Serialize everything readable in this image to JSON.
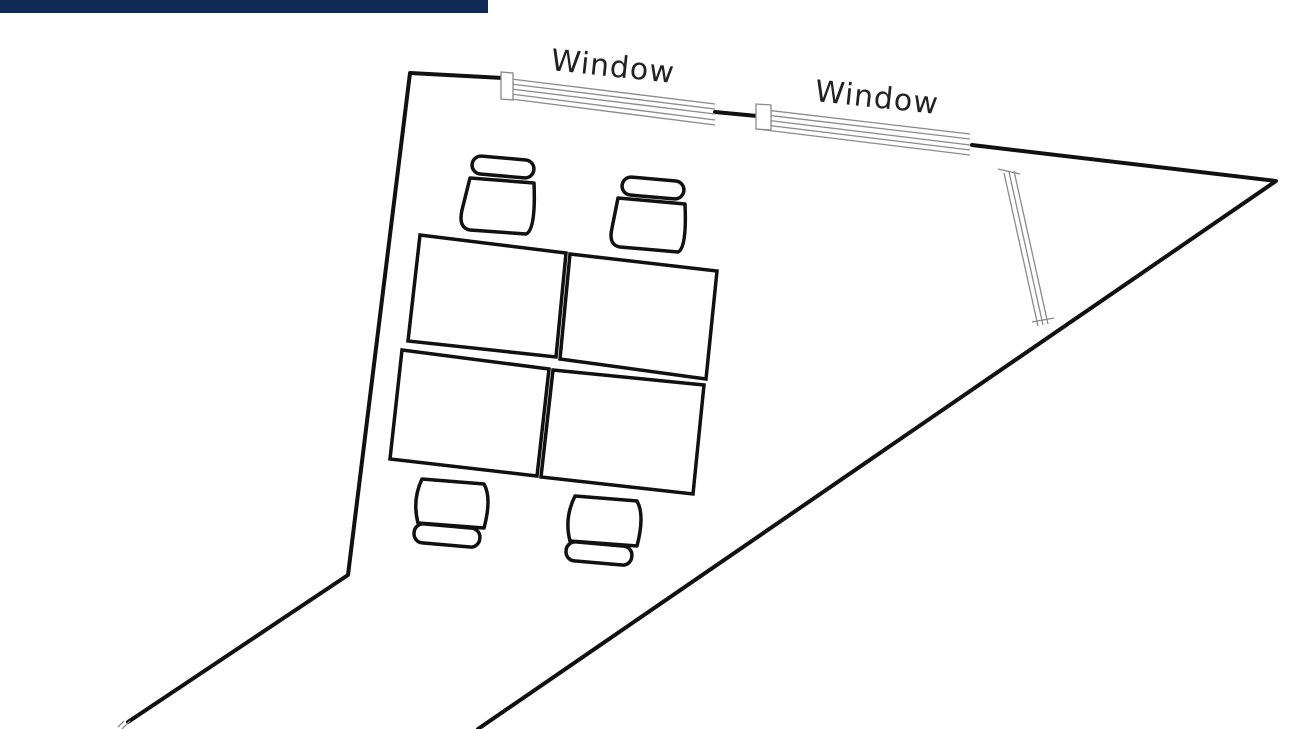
{
  "colors": {
    "header": "#0f2a54",
    "wall": "#111111",
    "fixture": "#8a8a8a",
    "label": "#222222"
  },
  "floor_plan": {
    "windows": [
      {
        "label": "Window"
      },
      {
        "label": "Window"
      }
    ],
    "desk_count": 4,
    "chair_count": 4
  }
}
